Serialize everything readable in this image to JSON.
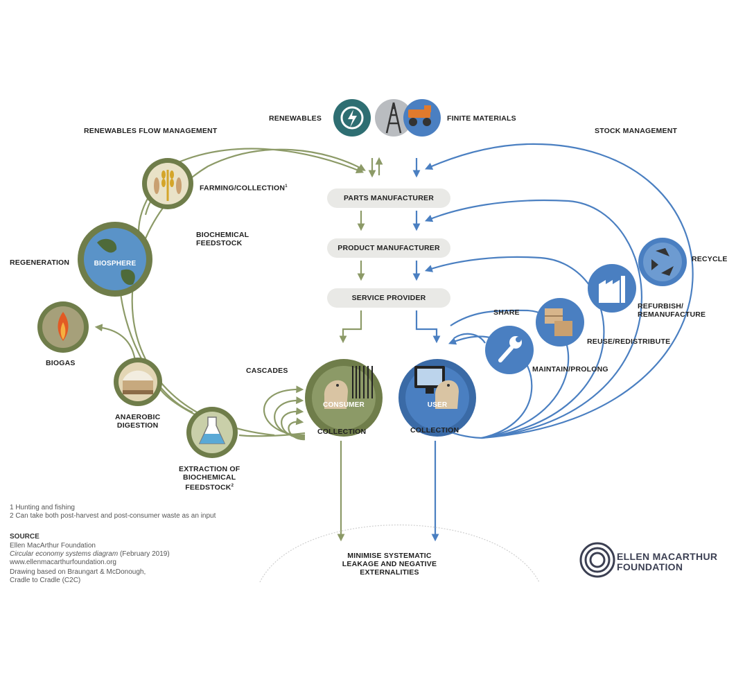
{
  "colors": {
    "green": "#8c9a67",
    "green_dark": "#6f7d4a",
    "blue": "#4a7fc1",
    "blue_dark": "#3a6aa6",
    "teal": "#2e6e72",
    "pill": "#e9e9e6",
    "logo": "#3b3f52"
  },
  "top": {
    "renewables": "RENEWABLES",
    "finite_materials": "FINITE MATERIALS",
    "renewables_flow": "RENEWABLES FLOW MANAGEMENT",
    "stock_management": "STOCK MANAGEMENT"
  },
  "chain": {
    "parts": "PARTS MANUFACTURER",
    "product": "PRODUCT MANUFACTURER",
    "service": "SERVICE PROVIDER"
  },
  "biological": {
    "farming": "FARMING/COLLECTION",
    "farming_sup": "1",
    "biochemical_feedstock": [
      "BIOCHEMICAL",
      "FEEDSTOCK"
    ],
    "regeneration": "REGENERATION",
    "biosphere": "BIOSPHERE",
    "biogas": "BIOGAS",
    "anaerobic": [
      "ANAEROBIC",
      "DIGESTION"
    ],
    "extraction": [
      "EXTRACTION OF",
      "BIOCHEMICAL",
      "FEEDSTOCK"
    ],
    "extraction_sup": "2",
    "cascades": "CASCADES",
    "consumer": "CONSUMER",
    "collection": "COLLECTION"
  },
  "technical": {
    "user": "USER",
    "collection": "COLLECTION",
    "share": "SHARE",
    "maintain": "MAINTAIN/PROLONG",
    "reuse": "REUSE/REDISTRIBUTE",
    "refurbish": [
      "REFURBISH/",
      "REMANUFACTURE"
    ],
    "recycle": "RECYCLE"
  },
  "bottom": {
    "minimise": [
      "MINIMISE SYSTEMATIC",
      "LEAKAGE AND NEGATIVE",
      "EXTERNALITIES"
    ]
  },
  "footnotes": [
    "1 Hunting and fishing",
    "2 Can take both post-harvest and post-consumer waste as an input"
  ],
  "source": {
    "heading": "SOURCE",
    "org": "Ellen MacArthur Foundation",
    "title": "Circular economy systems diagram",
    "date": "(February 2019)",
    "url": "www.ellenmacarthurfoundation.org",
    "drawing_line1": "Drawing based on Braungart & McDonough,",
    "drawing_line2": "Cradle to Cradle (C2C)"
  },
  "logo": {
    "line1": "ELLEN MACARTHUR",
    "line2": "FOUNDATION"
  },
  "icons": {
    "renewables": "power-icon",
    "finite_oil": "oil-derrick-icon",
    "finite_mining": "mining-truck-icon",
    "farming": "wheat-fish-icon",
    "biosphere": "globe-icon",
    "biogas": "flame-icon",
    "anaerobic": "digester-icon",
    "extraction": "flask-icon",
    "consumer": "barcode-person-icon",
    "user": "monitor-person-icon",
    "maintain": "wrench-icon",
    "reuse": "boxes-icon",
    "refurbish": "factory-icon",
    "recycle": "recycle-icon"
  }
}
